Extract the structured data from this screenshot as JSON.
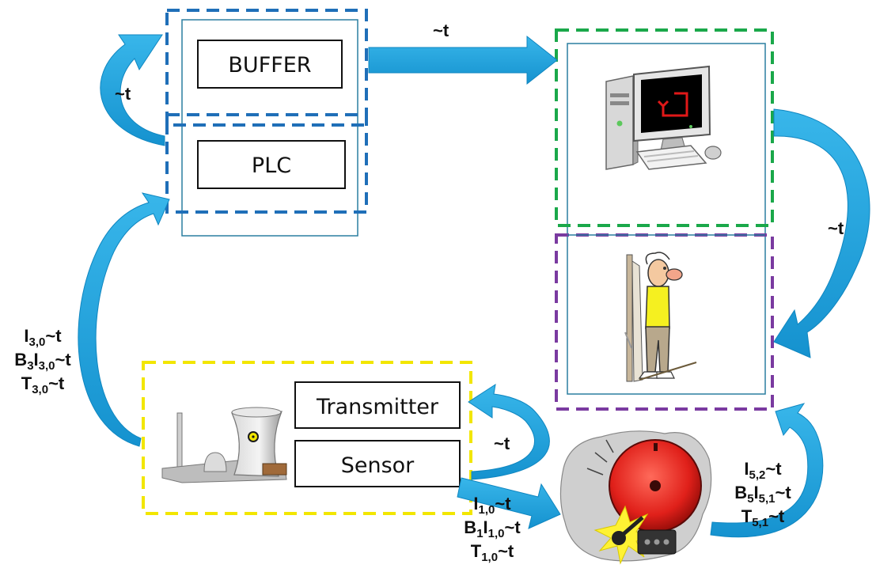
{
  "boxes": {
    "buffer": "BUFFER",
    "plc": "PLC",
    "transmitter": "Transmitter",
    "sensor": "Sensor"
  },
  "labels": {
    "top_arrow": "~t",
    "buffer_loop": "~t",
    "right_arrow": "~t",
    "transmitter_loop": "~t"
  },
  "formulas": {
    "left": [
      {
        "pre": "I",
        "sub": "3,0",
        "post": "~t"
      },
      {
        "pre": "B",
        "sub": "3",
        "mid": "I",
        "sub2": "3,0",
        "post": "~t"
      },
      {
        "pre": "T",
        "sub": "3,0",
        "post": "~t"
      }
    ],
    "bottom": [
      {
        "pre": "I",
        "sub": "1,0",
        "post": "~t"
      },
      {
        "pre": "B",
        "sub": "1",
        "mid": "I",
        "sub2": "1,0",
        "post": "~t"
      },
      {
        "pre": "T",
        "sub": "1,0",
        "post": "~t"
      }
    ],
    "right": [
      {
        "pre": "I",
        "sub": "5,2",
        "post": "~t"
      },
      {
        "pre": "B",
        "sub": "5",
        "mid": "I",
        "sub2": "5,1",
        "post": "~t"
      },
      {
        "pre": "T",
        "sub": "5,1",
        "post": "~t"
      }
    ]
  },
  "colors": {
    "arrow": "#1aa0dc",
    "arrow_edge": "#0f86c0",
    "plc_group": "#1f6fb8",
    "computer_group": "#1aa84a",
    "operator_group": "#7a3aa0",
    "plant_group": "#f2e600",
    "frame": "#2a7fa0"
  },
  "icons": [
    "computer-icon",
    "operator-icon",
    "nuclear-plant-icon",
    "alarm-bell-icon"
  ]
}
